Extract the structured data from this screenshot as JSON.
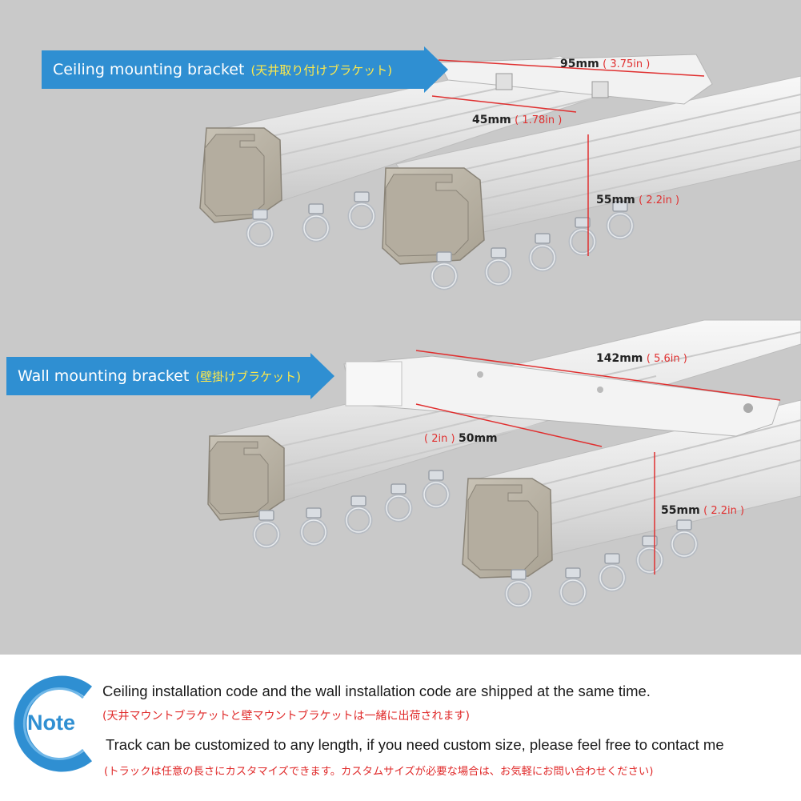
{
  "callouts": {
    "ceiling": {
      "label": "Ceiling mounting bracket",
      "jp": "(天井取り付けブラケット)"
    },
    "wall": {
      "label": "Wall mounting bracket",
      "jp": "(壁掛けブラケット)"
    }
  },
  "dimensions": {
    "ceiling_width": {
      "mm": "95mm",
      "inch": "( 3.75in )"
    },
    "ceiling_gap": {
      "mm": "45mm",
      "inch": "( 1.78in )"
    },
    "ceiling_height": {
      "mm": "55mm",
      "inch": "( 2.2in )"
    },
    "wall_width": {
      "mm": "142mm",
      "inch": "( 5.6in )"
    },
    "wall_gap": {
      "mm": "50mm",
      "inch": "( 2in )"
    },
    "wall_height": {
      "mm": "55mm",
      "inch": "( 2.2in )"
    }
  },
  "note": {
    "badge": "Note",
    "line1_en": "Ceiling installation code and the wall installation code are shipped at the same time.",
    "line1_jp": "(天井マウントブラケットと壁マウントブラケットは一緒に出荷されます)",
    "line2_en": "Track can be customized to any length, if you need custom size, please feel free to contact me",
    "line2_jp": "(トラックは任意の長さにカスタマイズできます。カスタムサイズが必要な場合は、お気軽にお問い合わせください)"
  },
  "colors": {
    "callout": "#2f8fd2",
    "jp_highlight": "#ffe94a",
    "dimension_red": "#e03030",
    "background": "#c9c9c9"
  },
  "icons": [
    "arrow-right-icon",
    "note-badge-icon",
    "curtain-ring-icon"
  ]
}
